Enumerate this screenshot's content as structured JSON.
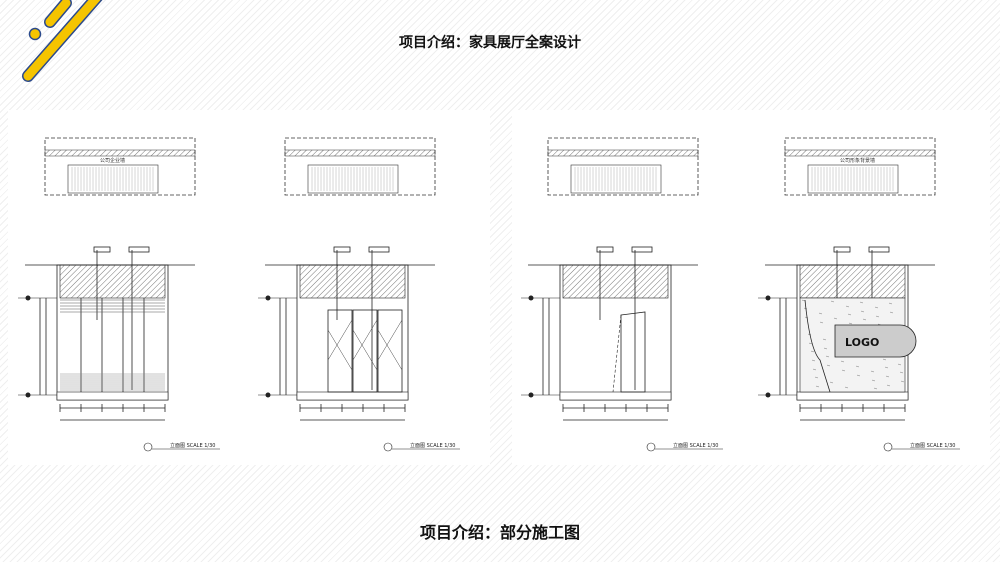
{
  "header": {
    "title": "项目介绍：家具展厅全案设计"
  },
  "footer": {
    "title": "项目介绍：部分施工图"
  },
  "colors": {
    "accent_yellow": "#f5c400",
    "accent_blue": "#2b4a8c",
    "line": "#222222"
  },
  "drawings": [
    {
      "variant": "panels",
      "plan_label": "公司企业墙",
      "scale_label": "立面图 SCALE 1/30"
    },
    {
      "variant": "glass",
      "plan_label": "",
      "scale_label": "立面图 SCALE 1/30"
    },
    {
      "variant": "door",
      "plan_label": "",
      "scale_label": "立面图 SCALE 1/30"
    },
    {
      "variant": "logo",
      "plan_label": "公司形象背景墙",
      "scale_label": "立面图 SCALE 1/30",
      "logo_text": "LOGO"
    }
  ]
}
